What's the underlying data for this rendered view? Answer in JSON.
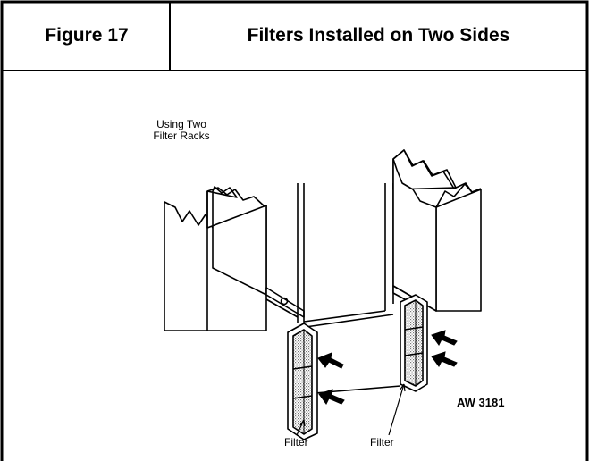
{
  "header": {
    "figure_number": "Figure 17",
    "title": "Filters Installed on Two Sides"
  },
  "diagram": {
    "label_racks": [
      "Using Two",
      "Filter Racks"
    ],
    "filter_label_left": "Filter",
    "filter_label_right": "Filter",
    "drawing_code": "AW 3181"
  },
  "colors": {
    "ink": "#000000",
    "paper": "#ffffff",
    "filter_mesh": "#bdbdbd"
  }
}
